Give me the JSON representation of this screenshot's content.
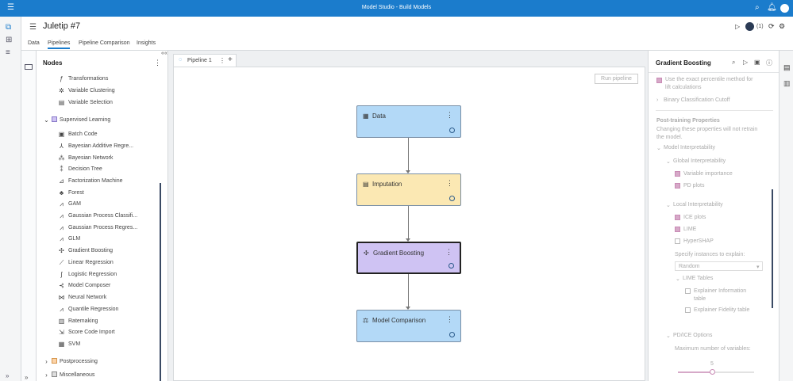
{
  "app": {
    "title": "Model Studio - Build Models",
    "menu_icon": "hamburger-icon",
    "search_icon": "search-icon",
    "bell_icon": "bell-icon",
    "help_icon": "help-icon"
  },
  "project": {
    "name": "Juletip #7",
    "pipeline_count": "(1)"
  },
  "tabs": [
    {
      "label": "Data"
    },
    {
      "label": "Pipelines"
    },
    {
      "label": "Pipeline Comparison"
    },
    {
      "label": "Insights"
    }
  ],
  "nodes_panel": {
    "title": "Nodes",
    "items": [
      {
        "label": "Transformations",
        "icon": "fx-icon"
      },
      {
        "label": "Variable Clustering",
        "icon": "cluster-icon"
      },
      {
        "label": "Variable Selection",
        "icon": "selection-icon"
      },
      {
        "label": "Supervised Learning",
        "icon": "group-icon",
        "group": true
      },
      {
        "label": "Batch Code",
        "icon": "code-icon"
      },
      {
        "label": "Bayesian Additive Regre...",
        "icon": "bayes-icon"
      },
      {
        "label": "Bayesian Network",
        "icon": "network-icon"
      },
      {
        "label": "Decision Tree",
        "icon": "tree-icon"
      },
      {
        "label": "Factorization Machine",
        "icon": "factor-icon"
      },
      {
        "label": "Forest",
        "icon": "forest-icon"
      },
      {
        "label": "GAM",
        "icon": "gam-icon"
      },
      {
        "label": "Gaussian Process Classifi...",
        "icon": "gauss-icon"
      },
      {
        "label": "Gaussian Process Regres...",
        "icon": "gauss-icon"
      },
      {
        "label": "GLM",
        "icon": "glm-icon"
      },
      {
        "label": "Gradient Boosting",
        "icon": "boost-icon"
      },
      {
        "label": "Linear Regression",
        "icon": "linear-icon"
      },
      {
        "label": "Logistic Regression",
        "icon": "logistic-icon"
      },
      {
        "label": "Model Composer",
        "icon": "composer-icon"
      },
      {
        "label": "Neural Network",
        "icon": "neural-icon"
      },
      {
        "label": "Quantile Regression",
        "icon": "quantile-icon"
      },
      {
        "label": "Ratemaking",
        "icon": "rate-icon"
      },
      {
        "label": "Score Code Import",
        "icon": "import-icon"
      },
      {
        "label": "SVM",
        "icon": "svm-icon"
      },
      {
        "label": "Postprocessing",
        "icon": "group-icon",
        "group": true
      },
      {
        "label": "Miscellaneous",
        "icon": "group-icon",
        "group": true
      }
    ]
  },
  "pipeline": {
    "tab_label": "Pipeline 1",
    "run_button": "Run pipeline",
    "nodes": [
      {
        "label": "Data",
        "color": "#b3d9f7",
        "icon": "table-icon"
      },
      {
        "label": "Imputation",
        "color": "#fbe8b3",
        "icon": "impute-icon"
      },
      {
        "label": "Gradient Boosting",
        "color": "#cfc3f3",
        "icon": "boost-icon"
      },
      {
        "label": "Model Comparison",
        "color": "#b3d9f7",
        "icon": "compare-icon"
      }
    ]
  },
  "properties": {
    "title": "Gradient Boosting",
    "rows": [
      {
        "label": "Use the exact percentile method for",
        "type": "checkbox",
        "checked": true
      },
      {
        "label": "lift calculations",
        "type": "text"
      },
      {
        "label": "Binary Classification Cutoff",
        "type": "expander"
      },
      {
        "label": "Post-training Properties",
        "type": "heading"
      },
      {
        "label": "Changing these properties will not retrain",
        "type": "text"
      },
      {
        "label": "the model.",
        "type": "text"
      },
      {
        "label": "Model Interpretability",
        "type": "expander-open"
      },
      {
        "label": "Global Interpretability",
        "type": "expander-open"
      },
      {
        "label": "Variable importance",
        "type": "checkbox",
        "checked": true
      },
      {
        "label": "PD plots",
        "type": "checkbox",
        "checked": true
      },
      {
        "label": "Local Interpretability",
        "type": "expander-open"
      },
      {
        "label": "ICE plots",
        "type": "checkbox",
        "checked": true
      },
      {
        "label": "LIME",
        "type": "checkbox",
        "checked": true
      },
      {
        "label": "HyperSHAP",
        "type": "checkbox",
        "checked": false
      },
      {
        "label": "Specify instances to explain:",
        "type": "text"
      },
      {
        "label": "Random",
        "type": "select"
      },
      {
        "label": "LIME Tables",
        "type": "expander-open"
      },
      {
        "label": "Explainer Information",
        "type": "checkbox",
        "checked": false
      },
      {
        "label": "table",
        "type": "text"
      },
      {
        "label": "Explainer Fidelity table",
        "type": "checkbox",
        "checked": false
      },
      {
        "label": "PD/ICE Options",
        "type": "expander-open"
      },
      {
        "label": "Maximum number of variables:",
        "type": "text"
      },
      {
        "label": "5",
        "type": "slider-value"
      }
    ]
  },
  "colors": {
    "brand": "#1b7ccc",
    "checked": "#d6a9c8"
  }
}
